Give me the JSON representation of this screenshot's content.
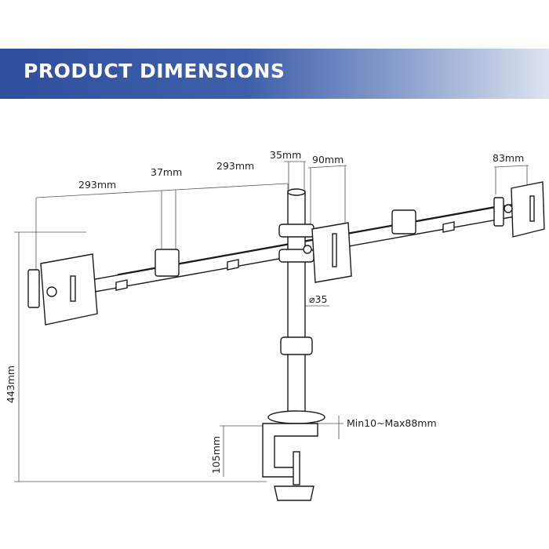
{
  "banner": {
    "title": "PRODUCT DIMENSIONS"
  },
  "dimensions": {
    "arm_left": "293mm",
    "arm_joint_gap": "37mm",
    "arm_right_of_joint": "293mm",
    "pole_width": "35mm",
    "center_plate": "90mm",
    "end_plate": "83mm",
    "pole_diameter": "⌀35",
    "overall_height": "443mm",
    "clamp_height": "105mm",
    "clamp_range": "Min10~Max88mm"
  },
  "colors": {
    "banner": "#3e5faa",
    "line": "#1a1a1a",
    "dimension_line": "#555555"
  }
}
